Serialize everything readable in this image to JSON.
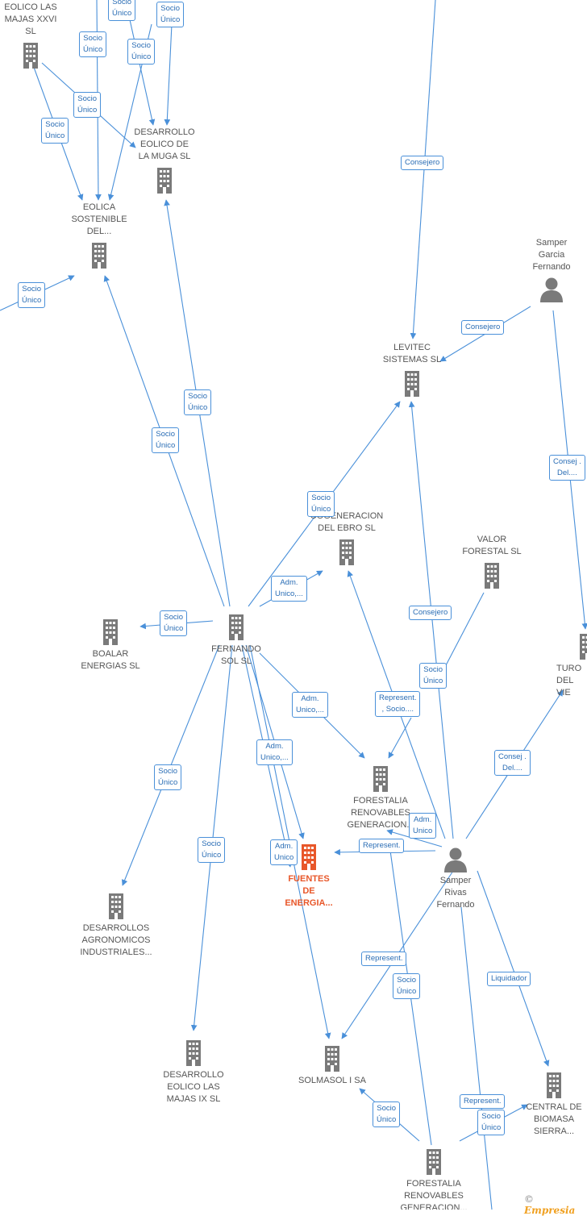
{
  "nodes": [
    {
      "id": "eolico_xxvi",
      "label": "EOLICO LAS\nMAJAS XXVI  SL",
      "kind": "company"
    },
    {
      "id": "desarrollo_muga",
      "label": "DESARROLLO\nEOLICO DE\nLA MUGA SL",
      "kind": "company"
    },
    {
      "id": "eolica_sostenible",
      "label": "EOLICA\nSOSTENIBLE\nDEL...",
      "kind": "company"
    },
    {
      "id": "samper_garcia",
      "label": "Samper\nGarcia\nFernando",
      "kind": "person"
    },
    {
      "id": "levitec",
      "label": "LEVITEC\nSISTEMAS  SL",
      "kind": "company"
    },
    {
      "id": "cogeneracion",
      "label": "COGENERACION\nDEL EBRO  SL",
      "kind": "company"
    },
    {
      "id": "valor_forestal",
      "label": "VALOR\nFORESTAL SL",
      "kind": "company"
    },
    {
      "id": "turo",
      "label": "TURO\nDEL VIE",
      "kind": "company"
    },
    {
      "id": "boalar",
      "label": "BOALAR\nENERGIAS  SL",
      "kind": "company"
    },
    {
      "id": "fernando_sol",
      "label": "FERNANDO\nSOL SL",
      "kind": "company"
    },
    {
      "id": "forestalia_1",
      "label": "FORESTALIA\nRENOVABLES\nGENERACION...",
      "kind": "company"
    },
    {
      "id": "fuentes",
      "label": "FUENTES\nDE\nENERGIA...",
      "kind": "main"
    },
    {
      "id": "samper_rivas",
      "label": "Samper\nRivas\nFernando",
      "kind": "person"
    },
    {
      "id": "desarrollos_agro",
      "label": "DESARROLLOS\nAGRONOMICOS\nINDUSTRIALES...",
      "kind": "company"
    },
    {
      "id": "desarrollo_ix",
      "label": "DESARROLLO\nEOLICO LAS\nMAJAS IX  SL",
      "kind": "company"
    },
    {
      "id": "solmasol",
      "label": "SOLMASOL I SA",
      "kind": "company"
    },
    {
      "id": "central_biomasa",
      "label": "CENTRAL DE\nBIOMASA\nSIERRA...",
      "kind": "company"
    },
    {
      "id": "forestalia_2",
      "label": "FORESTALIA\nRENOVABLES\nGENERACION...",
      "kind": "company"
    }
  ],
  "relations": [
    {
      "id": "r1",
      "label": "Socio\nÚnico"
    },
    {
      "id": "r2",
      "label": "Socio\nÚnico"
    },
    {
      "id": "r3",
      "label": "Socio\nÚnico"
    },
    {
      "id": "r4",
      "label": "Socio\nÚnico"
    },
    {
      "id": "r5",
      "label": "Socio\nÚnico"
    },
    {
      "id": "r6",
      "label": "Socio\nÚnico"
    },
    {
      "id": "r7",
      "label": "Consejero"
    },
    {
      "id": "r8",
      "label": "Socio\nÚnico"
    },
    {
      "id": "r9",
      "label": "Consejero"
    },
    {
      "id": "r10",
      "label": "Socio\nÚnico"
    },
    {
      "id": "r11",
      "label": "Socio\nÚnico"
    },
    {
      "id": "r12",
      "label": "Consej .\nDel...."
    },
    {
      "id": "r13",
      "label": "Socio\nÚnico"
    },
    {
      "id": "r14",
      "label": "Adm.\nUnico,..."
    },
    {
      "id": "r15",
      "label": "Consejero"
    },
    {
      "id": "r16",
      "label": "Socio\nÚnico"
    },
    {
      "id": "r17",
      "label": "Socio\nÚnico"
    },
    {
      "id": "r18",
      "label": "Adm.\nUnico,..."
    },
    {
      "id": "r19",
      "label": "Represent.\n, Socio...."
    },
    {
      "id": "r20",
      "label": "Adm.\nUnico,..."
    },
    {
      "id": "r21",
      "label": "Consej .\nDel...."
    },
    {
      "id": "r22",
      "label": "Socio\nÚnico"
    },
    {
      "id": "r23",
      "label": "Adm.\nUnico"
    },
    {
      "id": "r24",
      "label": "Represent."
    },
    {
      "id": "r25",
      "label": "Adm.\nUnico"
    },
    {
      "id": "r26",
      "label": "Socio\nÚnico"
    },
    {
      "id": "r27",
      "label": "Represent."
    },
    {
      "id": "r28",
      "label": "Liquidador"
    },
    {
      "id": "r29",
      "label": "Socio\nÚnico"
    },
    {
      "id": "r30",
      "label": "Represent."
    },
    {
      "id": "r31",
      "label": "Socio\nÚnico"
    },
    {
      "id": "r32",
      "label": "Socio\nÚnico"
    }
  ],
  "colors": {
    "edge": "#4a90d9",
    "company_icon": "#7a7a7a",
    "main_icon": "#e8572a",
    "text": "#555555"
  },
  "brand": {
    "copyright": "©",
    "name": "Empresia"
  }
}
